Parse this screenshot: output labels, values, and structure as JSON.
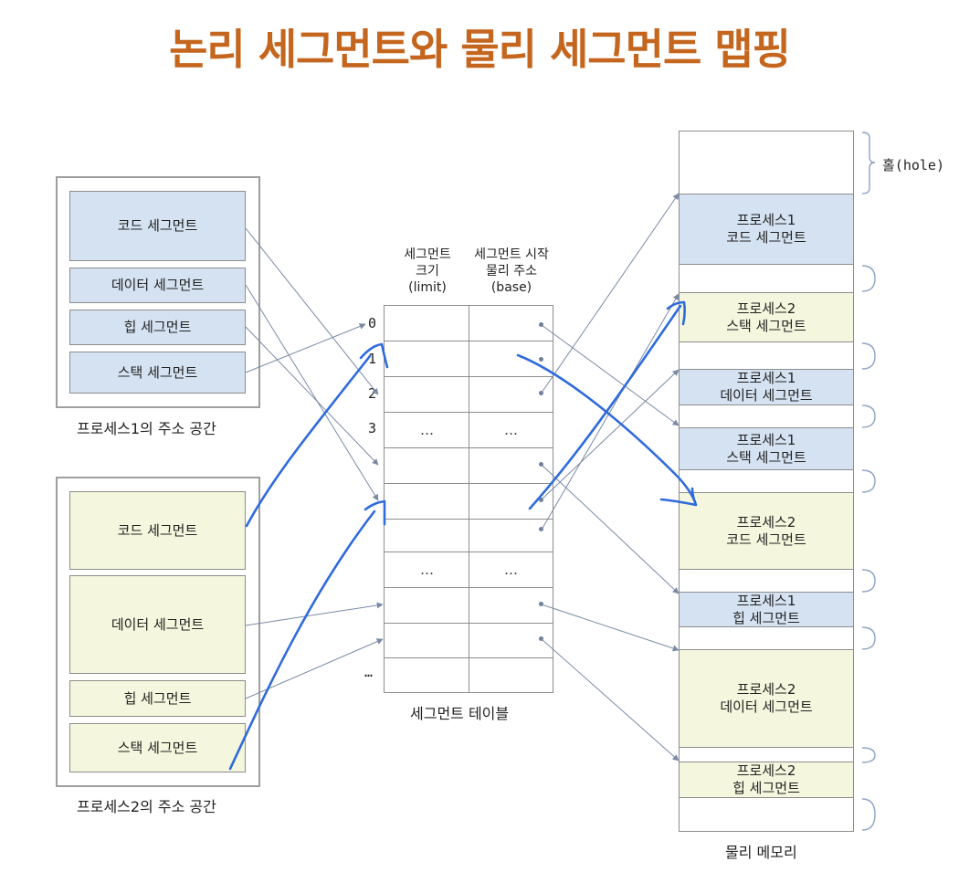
{
  "title": "논리 세그먼트와 물리 세그먼트 맵핑",
  "process1": {
    "caption": "프로세스1의 주소 공간",
    "segments": [
      "코드 세그먼트",
      "데이터 세그먼트",
      "힙 세그먼트",
      "스택 세그먼트"
    ]
  },
  "process2": {
    "caption": "프로세스2의 주소 공간",
    "segments": [
      "코드 세그먼트",
      "데이터 세그먼트",
      "힙 세그먼트",
      "스택 세그먼트"
    ]
  },
  "segment_table": {
    "caption": "세그먼트 테이블",
    "header_limit": "세그먼트\n크기\n(limit)",
    "header_base": "세그먼트 시작\n물리 주소\n(base)",
    "row_indices": [
      "0",
      "1",
      "2",
      "3"
    ],
    "ellipsis": "…"
  },
  "physical_memory": {
    "caption": "물리 메모리",
    "hole_label": "홀(hole)",
    "blocks": [
      "프로세스1\n코드 세그먼트",
      "프로세스2\n스택 세그먼트",
      "프로세스1\n데이터 세그먼트",
      "프로세스1\n스택 세그먼트",
      "프로세스2\n코드 세그먼트",
      "프로세스1\n힙 세그먼트",
      "프로세스2\n데이터 세그먼트",
      "프로세스2\n힙 세그먼트"
    ]
  },
  "colors": {
    "title": "#c5661f",
    "process1_fill": "#d4e2f1",
    "process2_fill": "#f4f6dd",
    "connector": "#7a8aa5",
    "annotation": "#2f6bdc"
  }
}
